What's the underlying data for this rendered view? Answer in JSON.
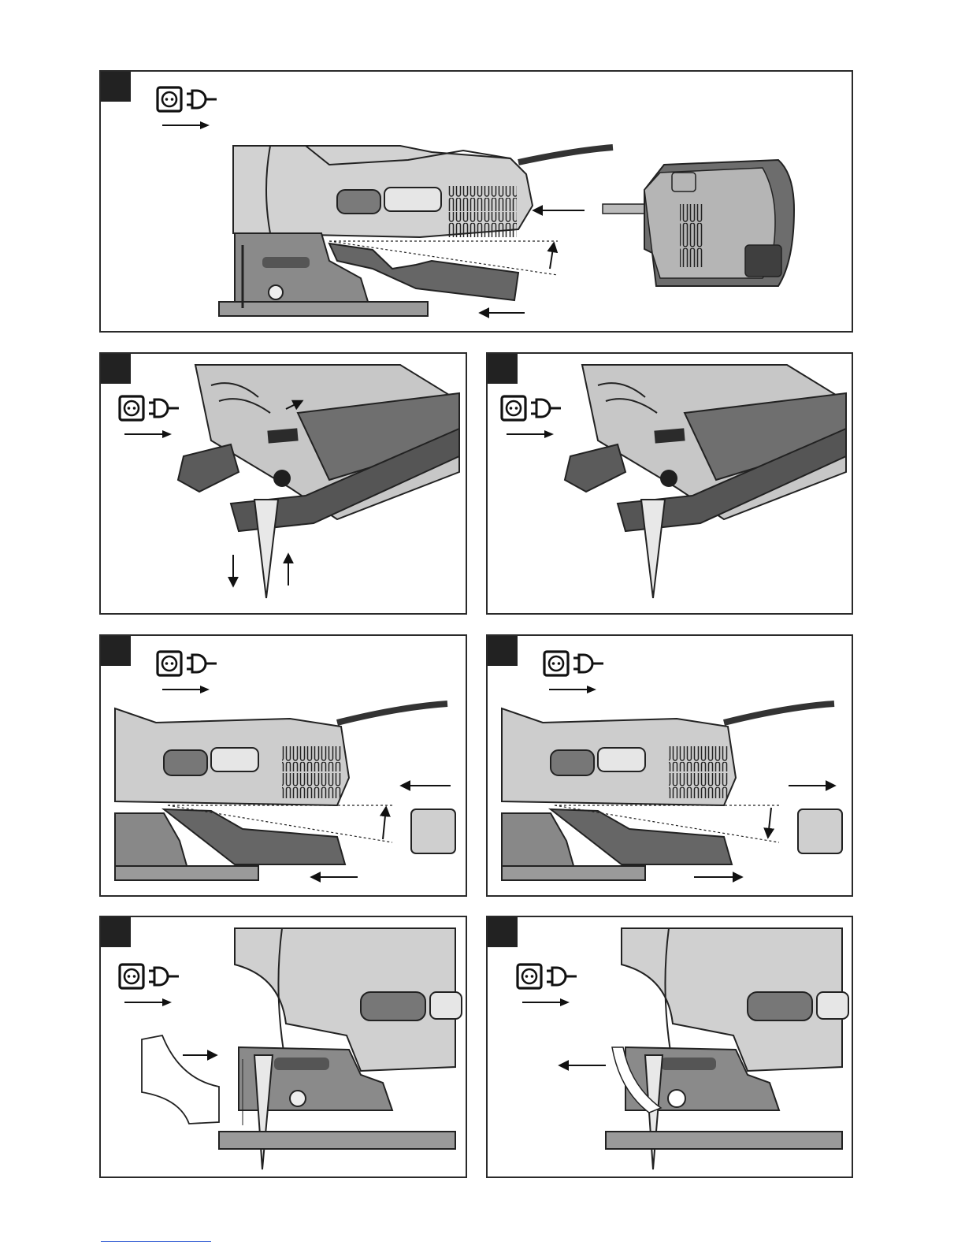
{
  "document": {
    "type": "jigsaw illustration page",
    "text_content": "",
    "icons": [
      "unplug-icon",
      "direction-arrow-icon"
    ],
    "colors": {
      "frame": "#2a2a2a",
      "tab": "#222222",
      "housing_light": "#cfcfcf",
      "housing_mid": "#b9b9b9",
      "plastic_dark": "#5f5f5f",
      "shoe": "#7a7a7a"
    }
  },
  "figures": [
    {
      "name": "figure-1-dust-extraction",
      "icons": [
        "unplug-icon"
      ]
    },
    {
      "name": "figure-2-blade-release",
      "icons": [
        "unplug-icon"
      ]
    },
    {
      "name": "figure-3-blade-locked",
      "icons": [
        "unplug-icon"
      ]
    },
    {
      "name": "figure-4-guard-insert",
      "icons": [
        "unplug-icon"
      ]
    },
    {
      "name": "figure-5-guard-remove",
      "icons": [
        "unplug-icon"
      ]
    },
    {
      "name": "figure-6-splinter-guard-insert",
      "icons": [
        "unplug-icon"
      ]
    },
    {
      "name": "figure-7-splinter-guard-remove",
      "icons": [
        "unplug-icon"
      ]
    }
  ]
}
